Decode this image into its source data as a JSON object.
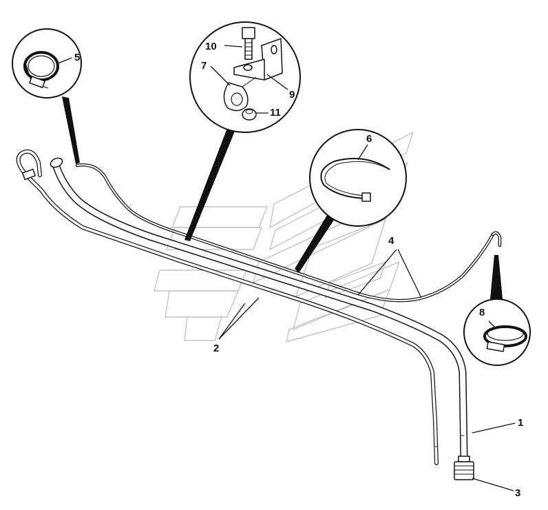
{
  "callouts": {
    "c1": "1",
    "c2": "2",
    "c3": "3",
    "c4": "4",
    "c5": "5",
    "c6": "6",
    "c7": "7",
    "c8": "8",
    "c9": "9",
    "c10": "10",
    "c11": "11"
  },
  "icons": {
    "watermark": "logo-watermark-icon"
  }
}
